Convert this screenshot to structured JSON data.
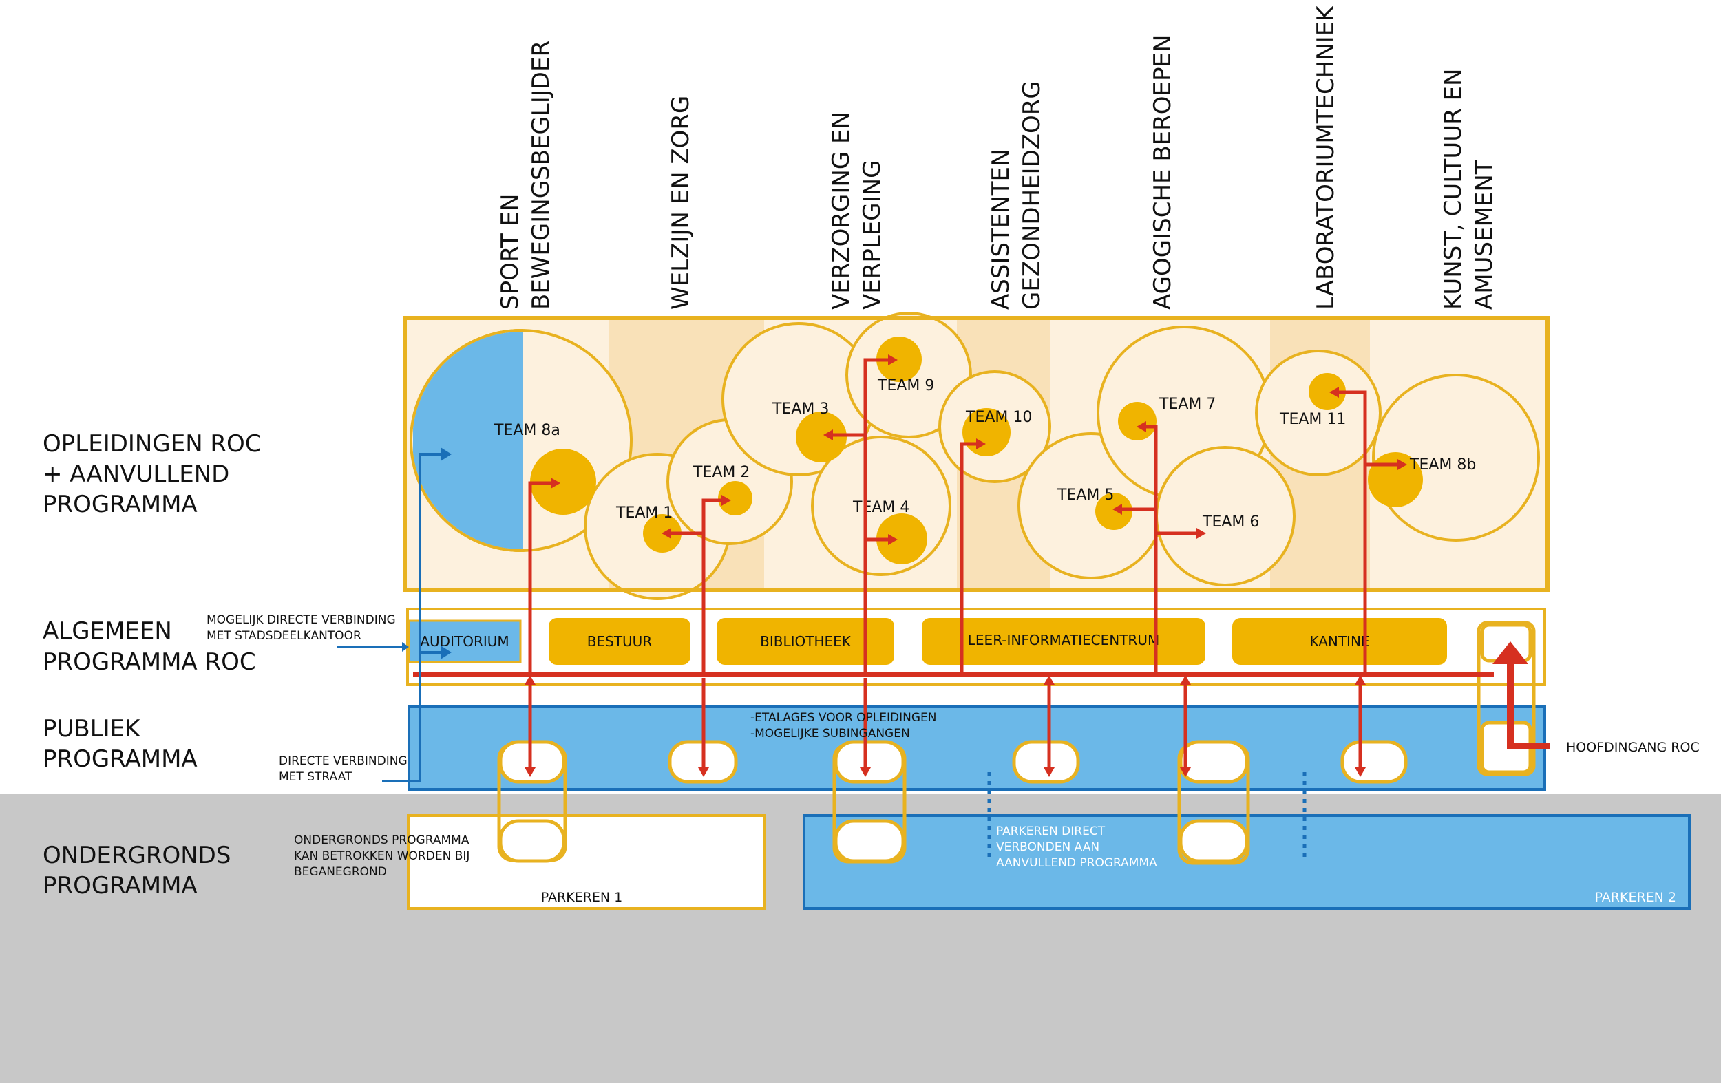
{
  "colors": {
    "yellow": "#e8b220",
    "yellow_fill": "#f0b400",
    "cream": "#fdf1de",
    "cream_band": "#f9e1b8",
    "blue": "#6bb8e8",
    "blue_dark": "#1a6fb8",
    "red": "#d63020",
    "grey": "#c8c8c8"
  },
  "columns": [
    {
      "line1": "SPORT EN",
      "line2": "BEWEGINGSBEGLIJDER"
    },
    {
      "line1": "WELZIJN EN ZORG",
      "line2": ""
    },
    {
      "line1": "VERZORGING EN",
      "line2": "VERPLEGING"
    },
    {
      "line1": "ASSISTENTEN",
      "line2": "GEZONDHEIDZORG"
    },
    {
      "line1": "AGOGISCHE BEROEPEN",
      "line2": ""
    },
    {
      "line1": "LABORATORIUMTECHNIEK",
      "line2": ""
    },
    {
      "line1": "KUNST, CULTUUR EN",
      "line2": "AMUSEMENT"
    }
  ],
  "rows": {
    "opleidingen": [
      "OPLEIDINGEN ROC",
      "+ AANVULLEND",
      "PROGRAMMA"
    ],
    "algemeen": [
      "ALGEMEEN",
      "PROGRAMMA ROC"
    ],
    "publiek": [
      "PUBLIEK",
      "PROGRAMMA"
    ],
    "ondergronds": [
      "ONDERGRONDS",
      "PROGRAMMA"
    ]
  },
  "teams": {
    "t8a": "TEAM 8a",
    "t1": "TEAM 1",
    "t2": "TEAM 2",
    "t3": "TEAM 3",
    "t4": "TEAM 4",
    "t9": "TEAM 9",
    "t10": "TEAM 10",
    "t5": "TEAM 5",
    "t6": "TEAM 6",
    "t7": "TEAM 7",
    "t11": "TEAM 11",
    "t8b": "TEAM 8b"
  },
  "facilities": {
    "auditorium": "AUDITORIUM",
    "bestuur": "BESTUUR",
    "bibliotheek": "BIBLIOTHEEK",
    "leer_informatiecentrum": "LEER-INFORMATIECENTRUM",
    "kantine": "KANTINE"
  },
  "annotations": {
    "stadsdeel": [
      "MOGELIJK DIRECTE VERBINDING",
      "MET STADSDEELKANTOOR"
    ],
    "straat": [
      "DIRECTE VERBINDING",
      "MET STRAAT"
    ],
    "etalages": [
      "-ETALAGES VOOR OPLEIDINGEN",
      "-MOGELIJKE SUBINGANGEN"
    ],
    "hoofdingang": "HOOFDINGANG ROC",
    "ondergronds_note": [
      "ONDERGRONDS PROGRAMMA",
      "KAN BETROKKEN WORDEN BIJ",
      "BEGANEGROND"
    ],
    "parkeren_direct": [
      "PARKEREN DIRECT",
      "VERBONDEN AAN",
      "AANVULLEND PROGRAMMA"
    ],
    "parkeren1": "PARKEREN 1",
    "parkeren2": "PARKEREN 2"
  }
}
